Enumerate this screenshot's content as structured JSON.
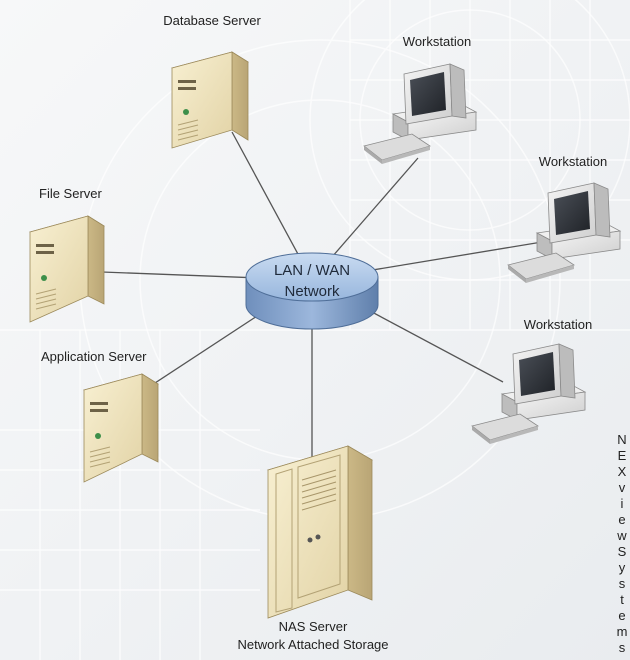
{
  "network": {
    "hub_line1": "LAN / WAN",
    "hub_line2": "Network"
  },
  "nodes": {
    "database_server": "Database Server",
    "file_server": "File Server",
    "application_server": "Application Server",
    "nas_server_line1": "NAS Server",
    "nas_server_line2": "Network Attached Storage",
    "workstation_1": "Workstation",
    "workstation_2": "Workstation",
    "workstation_3": "Workstation"
  },
  "brand": {
    "letters": [
      "N",
      "E",
      "X",
      "v",
      "i",
      "e",
      "w",
      "S",
      "y",
      "s",
      "t",
      "e",
      "m",
      "s"
    ]
  },
  "colors": {
    "hub_fill": "#a8c4e6",
    "server_beige": "#ecdfb8",
    "workstation_gray": "#e6e6e6"
  }
}
